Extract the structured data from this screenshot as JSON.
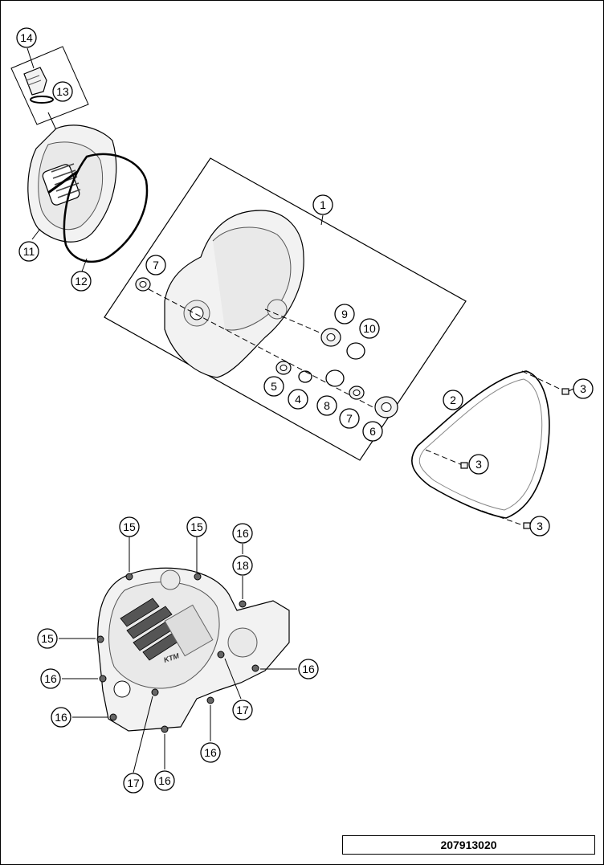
{
  "document_number": "207913020",
  "callout_labels": {
    "c1": "1",
    "c2": "2",
    "c3a": "3",
    "c3b": "3",
    "c3c": "3",
    "c4": "4",
    "c5": "5",
    "c6": "6",
    "c7a": "7",
    "c7b": "7",
    "c8": "8",
    "c9": "9",
    "c10": "10",
    "c11": "11",
    "c12": "12",
    "c13": "13",
    "c14": "14",
    "c15a": "15",
    "c15b": "15",
    "c15c": "15",
    "c16a": "16",
    "c16b": "16",
    "c16c": "16",
    "c16d": "16",
    "c16e": "16",
    "c16f": "16",
    "c17a": "17",
    "c17b": "17",
    "c18": "18"
  }
}
